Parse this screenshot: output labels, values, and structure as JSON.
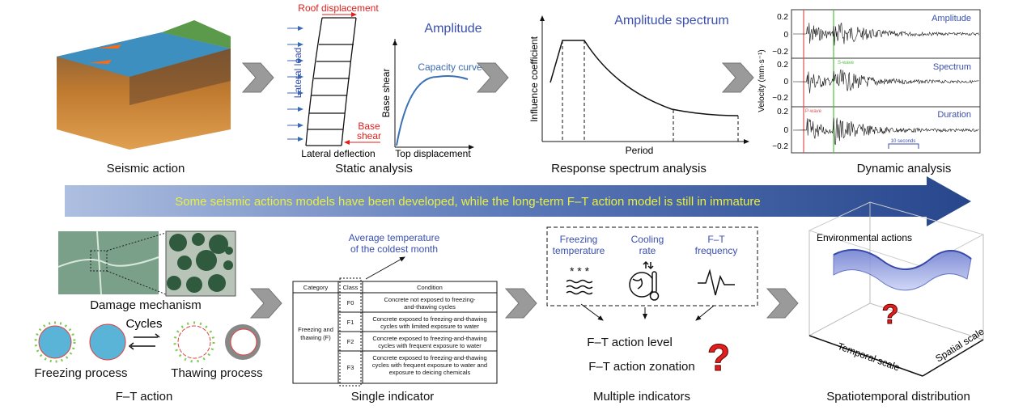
{
  "top": {
    "seismic_label": "Seismic action",
    "static": {
      "label": "Static analysis",
      "roof": "Roof displacement",
      "lateral_load": "Lateral load",
      "base_shear_red_1": "Base",
      "base_shear_red_2": "shear",
      "lateral_deflection": "Lateral deflection",
      "amplitude": "Amplitude",
      "capacity_curve": "Capacity curve",
      "y_axis": "Base shear",
      "x_axis": "Top displacement"
    },
    "spectrum": {
      "label": "Response spectrum analysis",
      "title": "Amplitude spectrum",
      "y_axis": "Influence coefficient",
      "x_axis": "Period"
    },
    "dynamic": {
      "label": "Dynamic analysis",
      "y_axis": "Velocity (mm·s⁻¹)",
      "panels": [
        "Amplitude",
        "Spectrum",
        "Duration"
      ],
      "ticks": [
        "0.2",
        "0",
        "−0.2"
      ],
      "s_wave": "S-wave",
      "p_wave": "P-wave",
      "scale": "10 seconds"
    }
  },
  "banner": {
    "text": "Some seismic actions models have been developed, while the long-term F–T action model is still in immature"
  },
  "bottom": {
    "ft": {
      "label": "F–T action",
      "damage": "Damage mechanism",
      "cycles": "Cycles",
      "freezing": "Freezing process",
      "thawing": "Thawing process"
    },
    "single": {
      "label": "Single indicator",
      "note_1": "Average temperature",
      "note_2": "of the coldest month",
      "table": {
        "headers": [
          "Category",
          "Class",
          "Condition"
        ],
        "category_1": "Freezing and",
        "category_2": "thawing (F)",
        "rows": [
          {
            "cls": "F0",
            "c1": "Concrete not exposed to freezing-",
            "c2": "and-thawing cycles",
            "c3": ""
          },
          {
            "cls": "F1",
            "c1": "Concrete exposed to freezing-and-thawing",
            "c2": "cycles with limited exposure to water",
            "c3": ""
          },
          {
            "cls": "F2",
            "c1": "Concrete exposed to freezing-and-thawing",
            "c2": "cycles with frequent exposure to water",
            "c3": ""
          },
          {
            "cls": "F3",
            "c1": "Concrete exposed to freezing-and-thawing",
            "c2": "cycles with frequent exposure to water and",
            "c3": "exposure to deicing chemicals"
          }
        ]
      }
    },
    "multiple": {
      "label": "Multiple indicators",
      "ind1_1": "Freezing",
      "ind1_2": "temperature",
      "ind2_1": "Cooling",
      "ind2_2": "rate",
      "ind3_1": "F–T",
      "ind3_2": "frequency",
      "level": "F–T action level",
      "zonation": "F–T action zonation",
      "question": "?"
    },
    "spatio": {
      "label": "Spatiotemporal distribution",
      "env": "Environmental actions",
      "temporal": "Temporal scale",
      "spatial": "Spatial scale",
      "question": "?"
    }
  },
  "colors": {
    "blue_text": "#3a4fb0",
    "red": "#e0201c",
    "arrow_gray": "#9a9a9a",
    "banner_dark": "#2c4a8e"
  }
}
